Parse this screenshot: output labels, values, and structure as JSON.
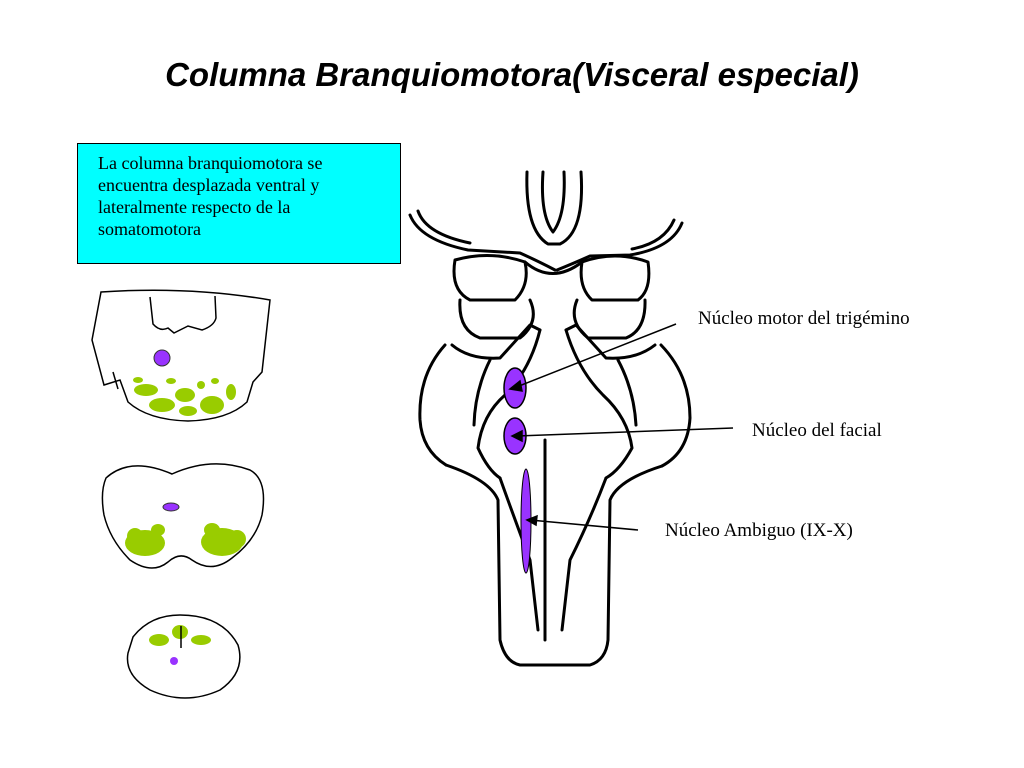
{
  "title": "Columna Branquiomotora(Visceral especial)",
  "info_box": {
    "lines": [
      "La columna branquiomotora se",
      "encuentra desplazada ventral y",
      "lateralmente respecto de la",
      "somatomotora"
    ],
    "background": "#00ffff"
  },
  "labels": {
    "trigemino": "Núcleo motor del trigémino",
    "facial": "Núcleo del facial",
    "ambiguo": "Núcleo Ambiguo (IX-X)"
  },
  "colors": {
    "nucleus_purple": "#9933ff",
    "somatic_green": "#99cc00",
    "outline": "#000000"
  }
}
